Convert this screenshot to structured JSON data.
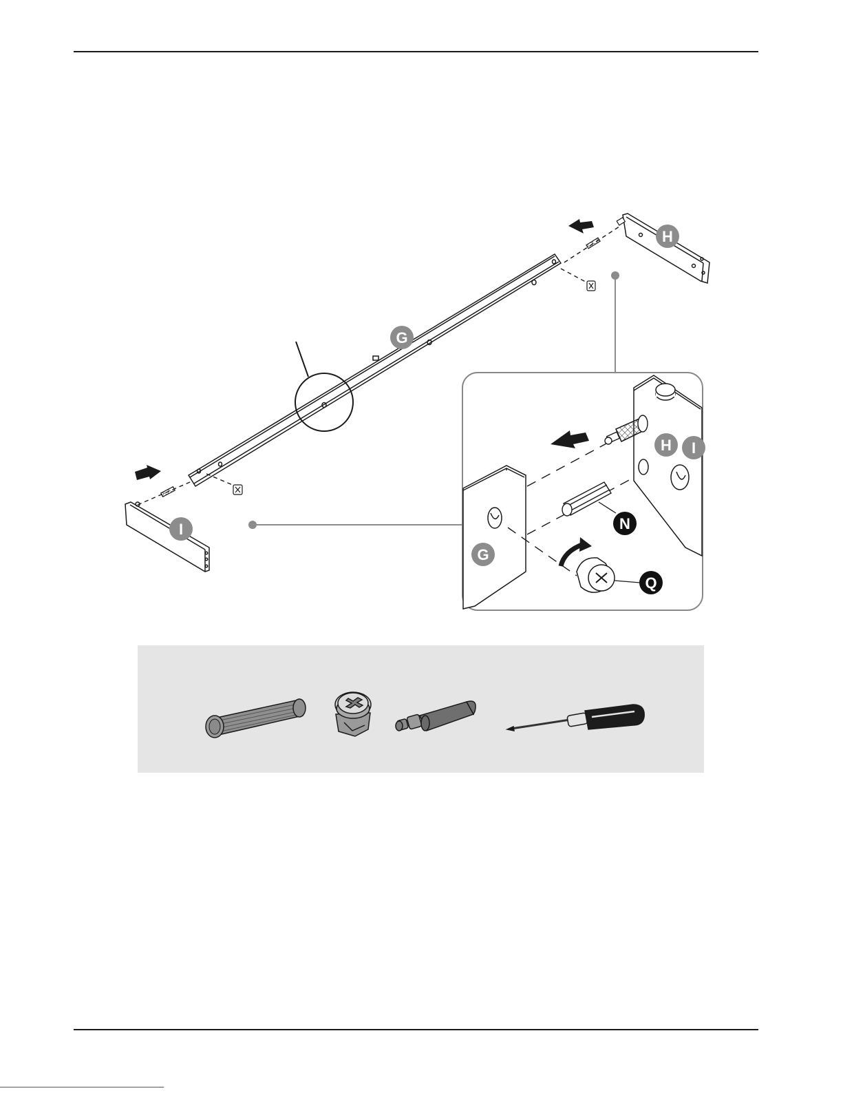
{
  "labels": {
    "rail_g": "G",
    "end_h": "H",
    "end_i": "I",
    "detail_g": "G",
    "detail_h": "H",
    "detail_i": "I",
    "part_n": "N",
    "part_q": "Q"
  },
  "colors": {
    "label_gray": "#8c8c8c",
    "label_black": "#111111",
    "line": "#1a1a1a",
    "panel": "#e5e5e5"
  },
  "icons": [
    "wood-dowel-icon",
    "cam-lock-nut-icon",
    "cam-screw-icon",
    "screwdriver-icon"
  ]
}
